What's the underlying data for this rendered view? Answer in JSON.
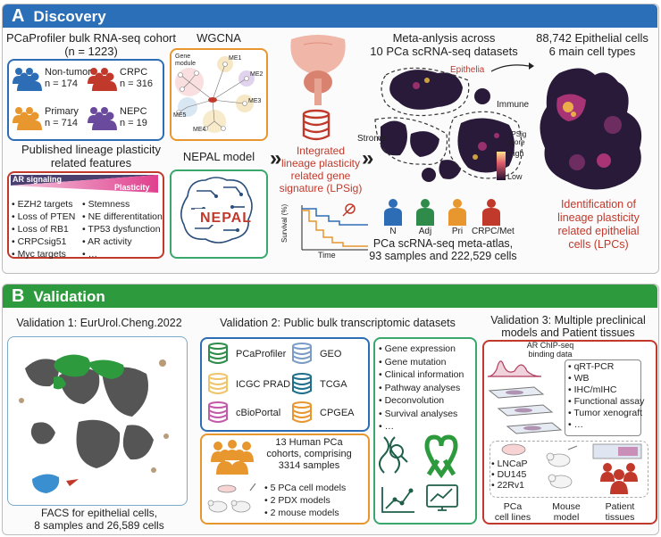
{
  "discovery": {
    "letter": "A",
    "title": "Discovery",
    "cohort": {
      "title": "PCaProfiler bulk RNA-seq cohort",
      "n": "(n = 1223)",
      "groups": [
        {
          "label": "Non-tumor",
          "n": "n = 174",
          "color": "#2d6db5"
        },
        {
          "label": "CRPC",
          "n": "n = 316",
          "color": "#c0392b"
        },
        {
          "label": "Primary",
          "n": "n = 714",
          "color": "#e8962e"
        },
        {
          "label": "NEPC",
          "n": "n = 19",
          "color": "#6a4a9c"
        }
      ]
    },
    "wgcna": {
      "title": "WGCNA",
      "gene_module_label": "Gene module",
      "modules": [
        "ME1",
        "ME2",
        "ME3",
        "ME4",
        "ME5"
      ]
    },
    "features": {
      "title_line1": "Published lineage plasticity",
      "title_line2": "related features",
      "ar_label": "AR signaling",
      "plasticity_label": "Plasticity",
      "col1": [
        "EZH2 targets",
        "Loss of PTEN",
        "Loss of RB1",
        "CRPCsig51",
        "Myc targets"
      ],
      "col2": [
        "Stemness",
        "NE differentitation",
        "TP53 dysfunction",
        "AR activity",
        "…"
      ]
    },
    "nepal": {
      "title": "NEPAL model",
      "logo_text": "NEPAL"
    },
    "lpsig": {
      "line1": "Integrated",
      "line2": "lineage plasticity",
      "line3": "related gene",
      "line4": "signature (LPSig)"
    },
    "survival": {
      "ylabel": "Survival (%)",
      "xlabel": "Time"
    },
    "meta": {
      "title_line1": "Meta-anlysis across",
      "title_line2": "10 PCa scRNA-seq datasets",
      "labels": {
        "epithelia": "Epithelia",
        "immune": "Immune",
        "stroma": "Stroma"
      },
      "legend_title_line1": "LPSig",
      "legend_title_line2": "score",
      "legend_high": "High",
      "legend_low": "Low",
      "patients": [
        {
          "label": "N",
          "color": "#2d6db5"
        },
        {
          "label": "Adj",
          "color": "#2e8b4a"
        },
        {
          "label": "Pri",
          "color": "#e8962e"
        },
        {
          "label": "CRPC/Met",
          "color": "#c0392b"
        }
      ],
      "atlas_line1": "PCa scRNA-seq meta-atlas,",
      "atlas_line2": "93 samples and 222,529 cells"
    },
    "epithelial": {
      "title_line1": "88,742 Epithelial cells",
      "title_line2": "6 main cell types",
      "lpc_line1": "Identification of",
      "lpc_line2": "lineage plasticity",
      "lpc_line3": "related epithelial",
      "lpc_line4": "cells (LPCs)"
    }
  },
  "validation": {
    "letter": "B",
    "title": "Validation",
    "v1": {
      "title": "Validation 1: EurUrol.Cheng.2022",
      "caption_line1": "FACS for epithelial cells,",
      "caption_line2": "8 samples and 26,589 cells"
    },
    "v2": {
      "title": "Validation 2: Public bulk transcriptomic datasets",
      "databases": [
        {
          "name": "PCaProfiler",
          "color": "#2e8b4a"
        },
        {
          "name": "GEO",
          "color": "#7a9cc6"
        },
        {
          "name": "ICGC PRAD",
          "color": "#f0c46a"
        },
        {
          "name": "TCGA",
          "color": "#1f6f8b"
        },
        {
          "name": "cBioPortal",
          "color": "#c25aa8"
        },
        {
          "name": "CPGEA",
          "color": "#e8962e"
        }
      ],
      "analyses": [
        "Gene expression",
        "Gene mutation",
        "Clinical information",
        "Pathway analyses",
        "Deconvolution",
        "Survival analyses",
        "…"
      ],
      "cohorts_line1": "13 Human PCa",
      "cohorts_line2": "cohorts, comprising",
      "cohorts_line3": "3314 samples",
      "models": [
        "5 PCa cell models",
        "2 PDX models",
        "2 mouse models"
      ]
    },
    "v3": {
      "title_line1": "Validation 3: Multiple preclinical",
      "title_line2": "models and Patient tissues",
      "chip_line1": "AR ChIP-seq",
      "chip_line2": "binding data",
      "assays": [
        "qRT-PCR",
        "WB",
        "IHC/mIHC",
        "Functional assay",
        "Tumor xenograft",
        "…"
      ],
      "cell_lines": [
        "LNCaP",
        "DU145",
        "22Rv1"
      ],
      "footer": [
        {
          "line1": "PCa",
          "line2": "cell lines"
        },
        {
          "line1": "Mouse",
          "line2": "model"
        },
        {
          "line1": "Patient",
          "line2": "tissues"
        }
      ]
    }
  },
  "colors": {
    "banner_a": "#2a6fb8",
    "banner_b": "#2e9a3e",
    "red": "#c0392b",
    "blue_border": "#2d6db5",
    "orange_border": "#e8962e",
    "green_border": "#3aa76d"
  }
}
